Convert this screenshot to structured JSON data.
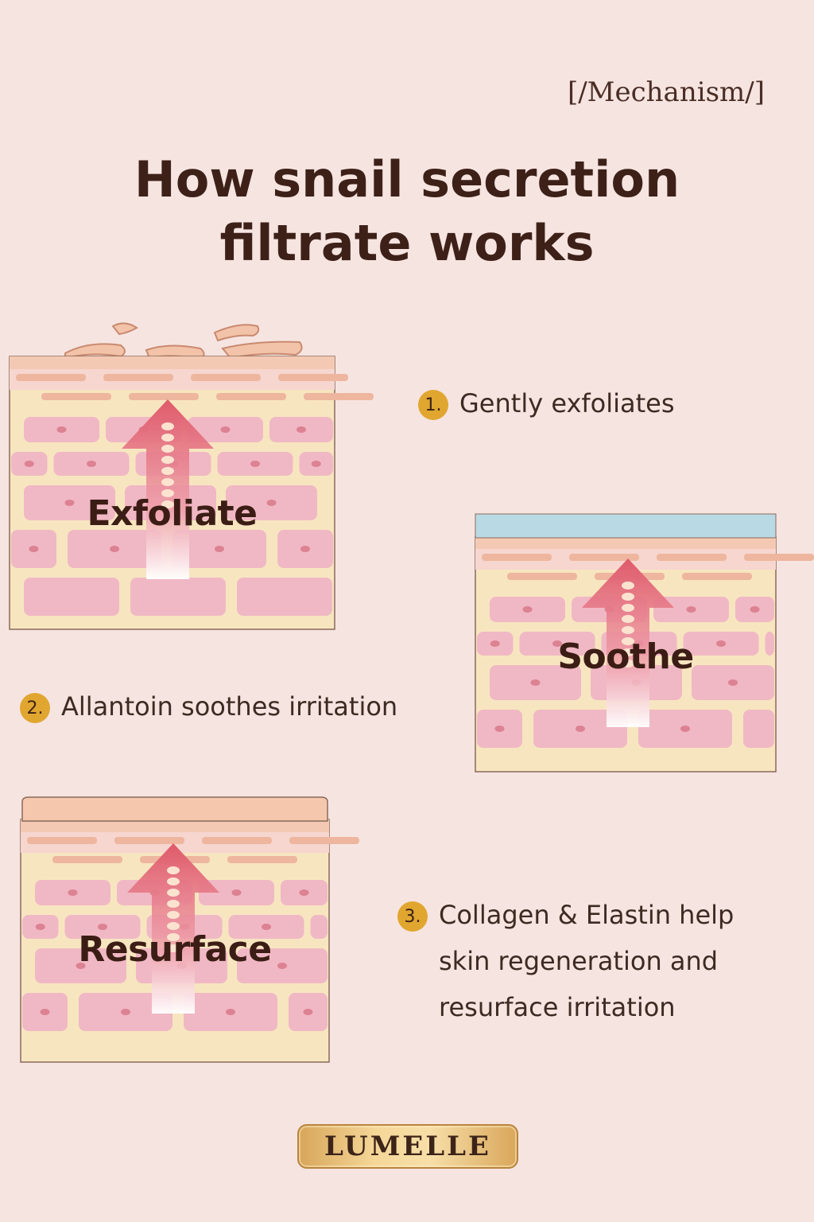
{
  "header": {
    "tag": "[/Mechanism/]",
    "title_line1": "How snail secretion",
    "title_line2": "filtrate works"
  },
  "panels": [
    {
      "label": "Exfoliate",
      "top_layer": "flaking-skin-icon"
    },
    {
      "label": "Soothe",
      "top_layer": "soothing-layer-icon"
    },
    {
      "label": "Resurface",
      "top_layer": "resurfaced-layer-icon"
    }
  ],
  "steps": [
    {
      "number": "1.",
      "text": "Gently exfoliates"
    },
    {
      "number": "2.",
      "text": "Allantoin soothes irritation"
    },
    {
      "number": "3.",
      "text_line1": "Collagen & Elastin help",
      "text_line2": "skin regeneration and",
      "text_line3": "resurface irritation"
    }
  ],
  "brand": {
    "name": "LUMELLE"
  },
  "colors": {
    "background": "#f6e4e1",
    "skin_cell": "#f0b8c4",
    "cell_gap": "#f7e5c0",
    "arrow": "#e0606e",
    "number_badge": "#e0a62f",
    "soothe_layer": "#b9dae4"
  }
}
